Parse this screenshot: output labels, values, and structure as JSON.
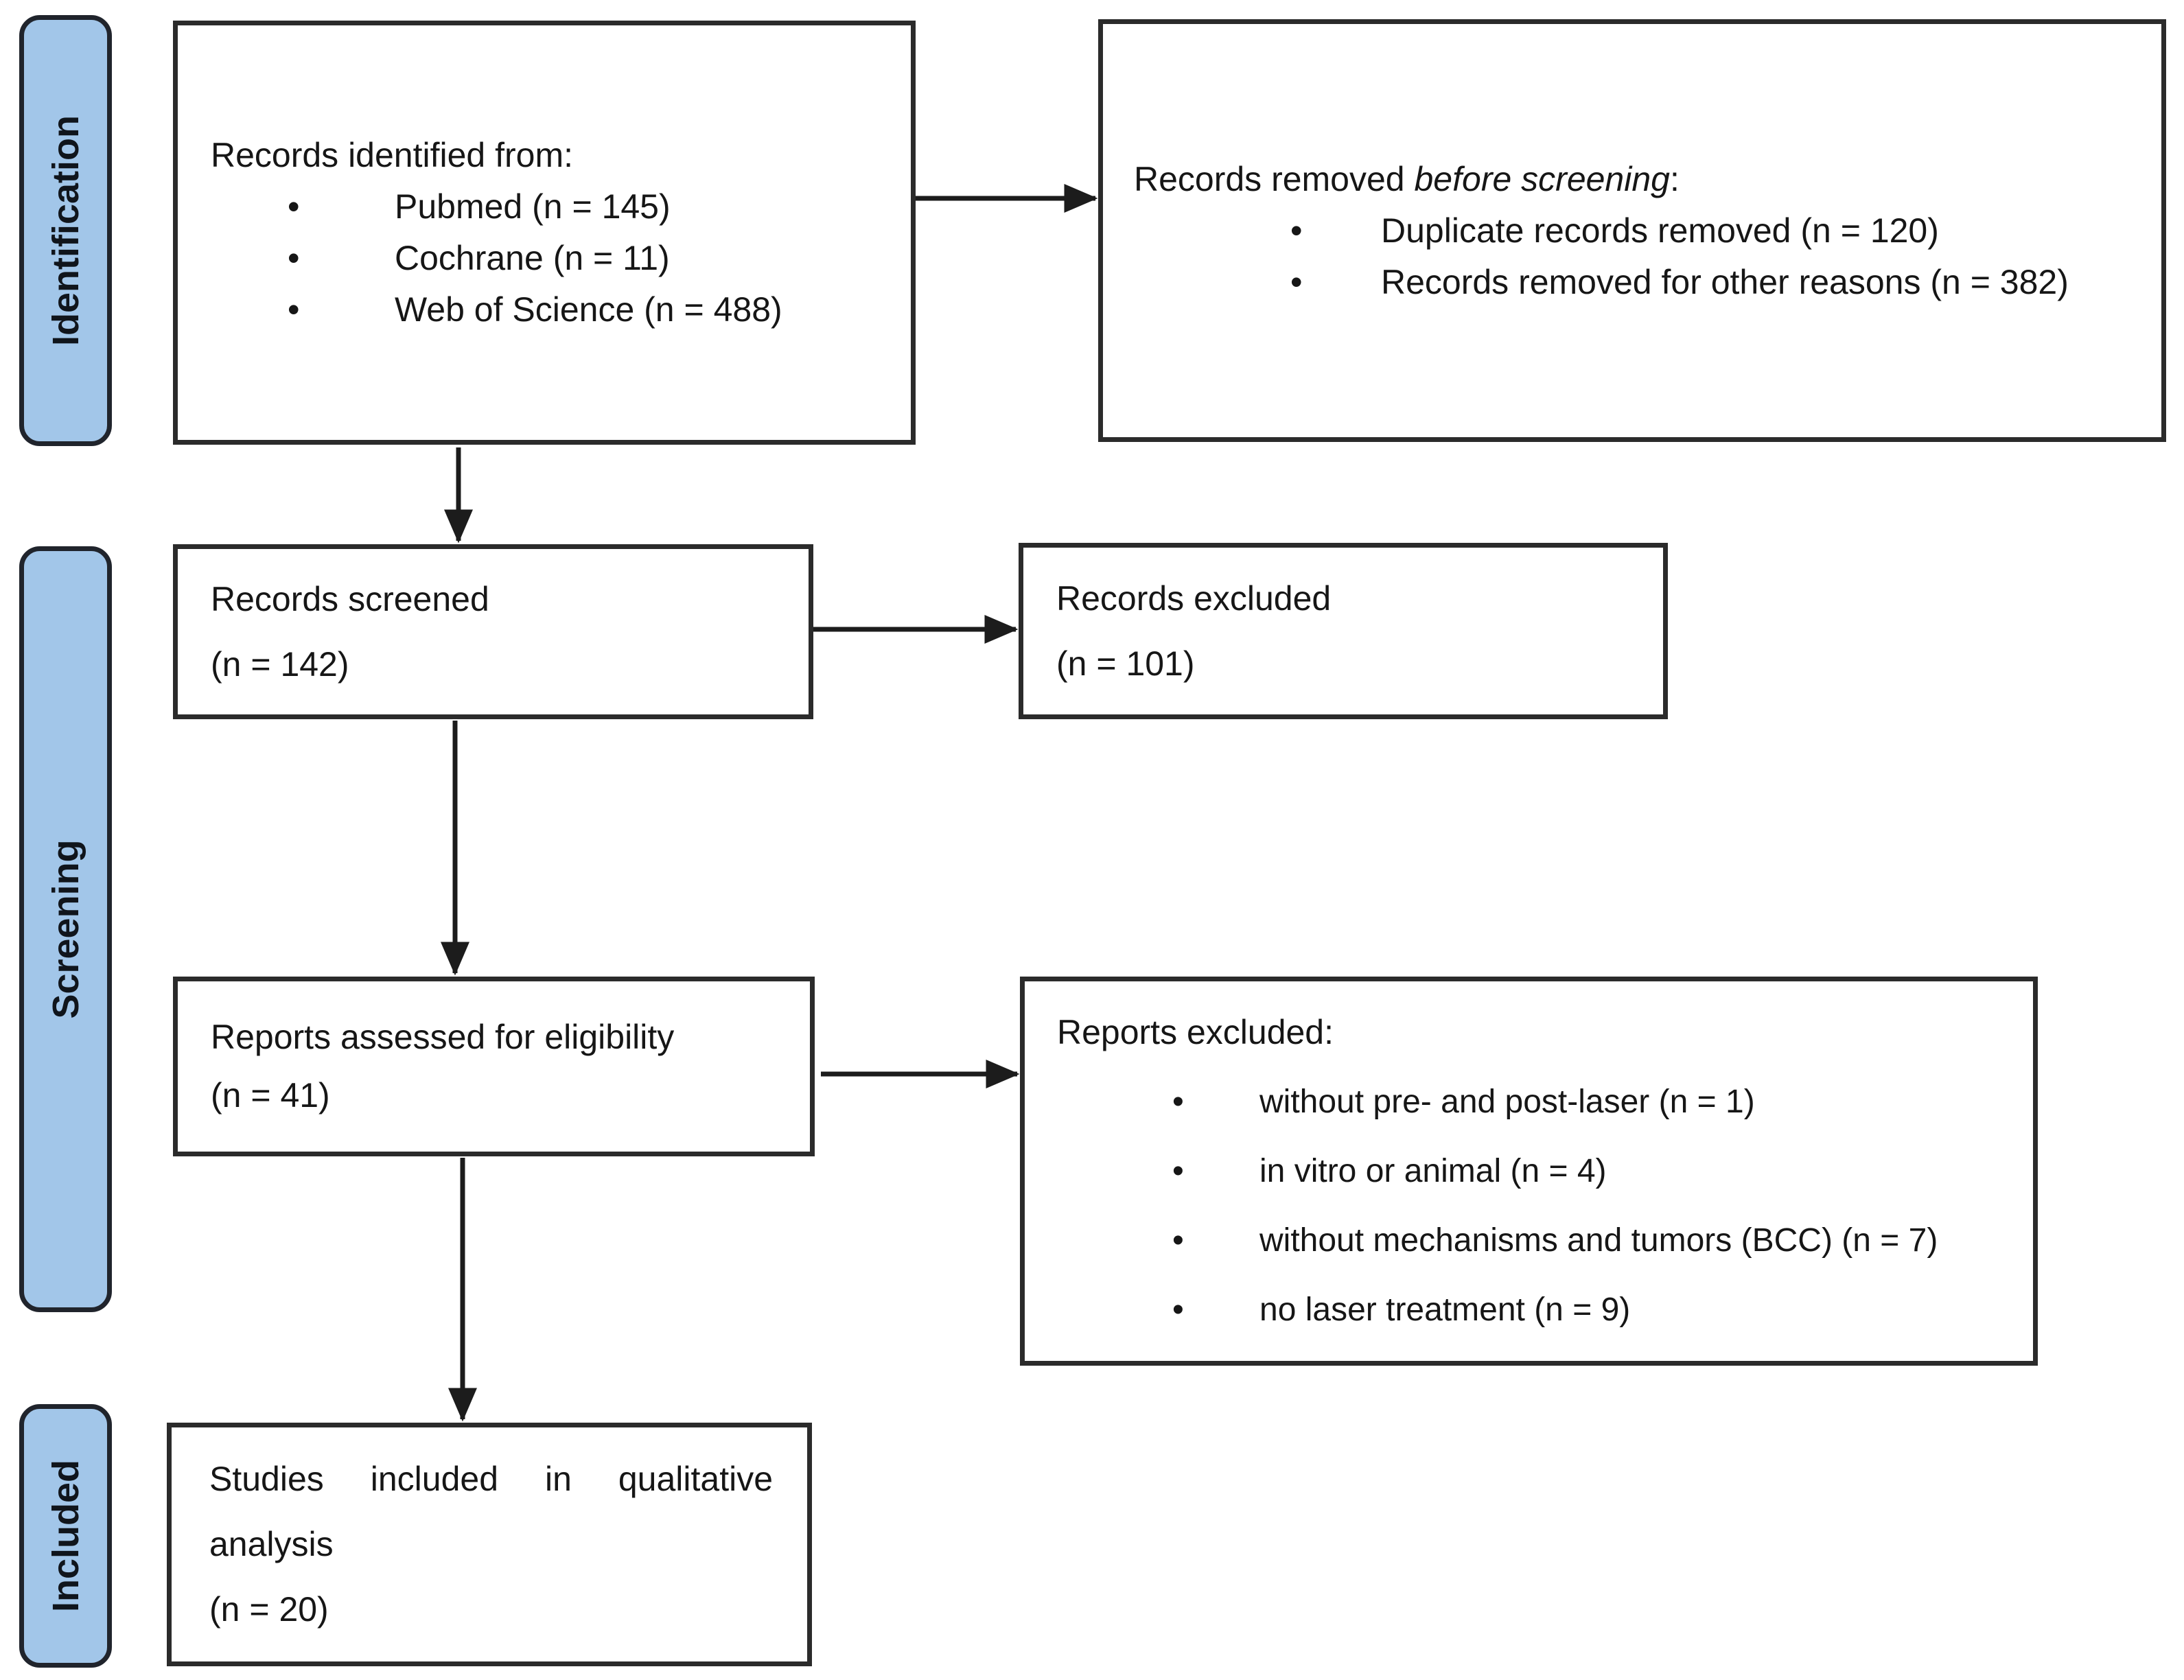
{
  "title": "PRISMA flow diagram",
  "glyphs": {
    "bullet": "•"
  },
  "colors": {
    "stage_fill": "#a2c6e9",
    "stage_border": "#20242c",
    "box_border": "#2b2b2b",
    "arrow": "#1c1c1c",
    "text": "#161616"
  },
  "sidebar": {
    "stages": [
      {
        "label": "Identification"
      },
      {
        "label": "Screening"
      },
      {
        "label": "Included"
      }
    ]
  },
  "boxes": {
    "identified": {
      "title": "Records identified from:",
      "items": [
        "Pubmed (n = 145)",
        "Cochrane (n = 11)",
        "Web of Science (n = 488)"
      ]
    },
    "removed": {
      "title_prefix": "Records removed ",
      "title_italic": "before screening",
      "title_suffix": ":",
      "items": [
        "Duplicate records removed  (n = 120)",
        "Records removed for other reasons (n = 382)"
      ]
    },
    "screened": {
      "line1": "Records screened",
      "line2": "(n = 142)"
    },
    "records_excluded": {
      "line1": "Records excluded",
      "line2": "(n = 101)"
    },
    "assessed": {
      "line1": "Reports assessed for eligibility",
      "line2": "(n = 41)"
    },
    "reports_excluded": {
      "title": "Reports excluded:",
      "items": [
        "without pre- and post-laser (n = 1)",
        "in vitro or animal (n = 4)",
        "without mechanisms and tumors (BCC) (n = 7)",
        "no laser treatment (n = 9)"
      ]
    },
    "included_studies": {
      "line1": "Studies included in qualitative",
      "line2": "analysis",
      "line3": "(n = 20)"
    }
  }
}
